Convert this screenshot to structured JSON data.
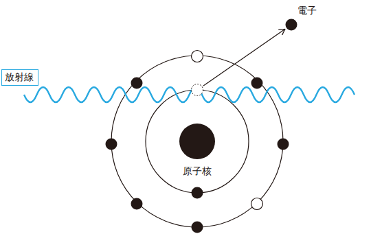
{
  "diagram": {
    "nodes": [
      {
        "text": [
          "放射線"
        ]
      }
    ],
    "labels": [
      "電子",
      "原子核"
    ]
  }
}
